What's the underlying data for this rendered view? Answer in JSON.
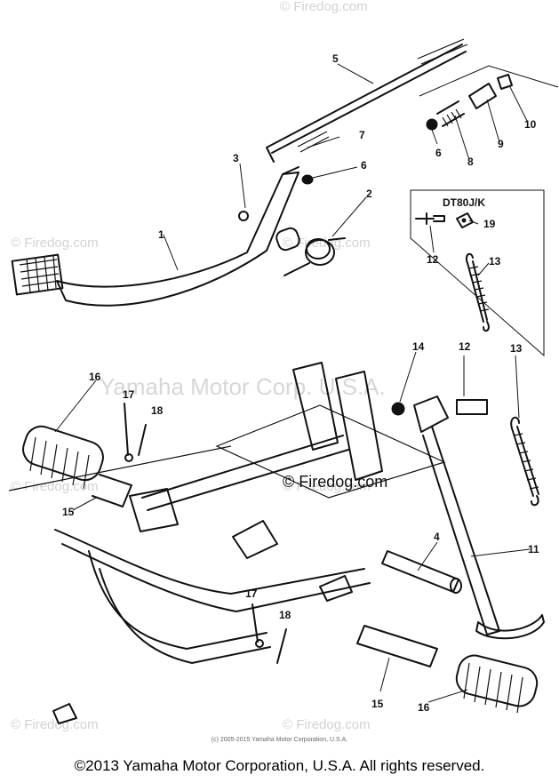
{
  "watermarks": {
    "firedog": "© Firedog.com",
    "center_firedog": "© Firedog.com",
    "yamaha": "Yamaha Motor Corp. U.S.A."
  },
  "inset_title": "DT80J/K",
  "callouts": {
    "c1": "1",
    "c2": "2",
    "c3": "3",
    "c4": "4",
    "c5": "5",
    "c6a": "6",
    "c6b": "6",
    "c7": "7",
    "c8": "8",
    "c9": "9",
    "c10": "10",
    "c11": "11",
    "c12a": "12",
    "c12b": "12",
    "c13a": "13",
    "c13b": "13",
    "c14": "14",
    "c15a": "15",
    "c15b": "15",
    "c16a": "16",
    "c16b": "16",
    "c17a": "17",
    "c17b": "17",
    "c18a": "18",
    "c18b": "18",
    "c19": "19"
  },
  "credit": "(c) 2005-2015 Yamaha Motor Corporation, U.S.A.",
  "footer": "©2013 Yamaha Motor Corporation, U.S.A. All rights reserved."
}
